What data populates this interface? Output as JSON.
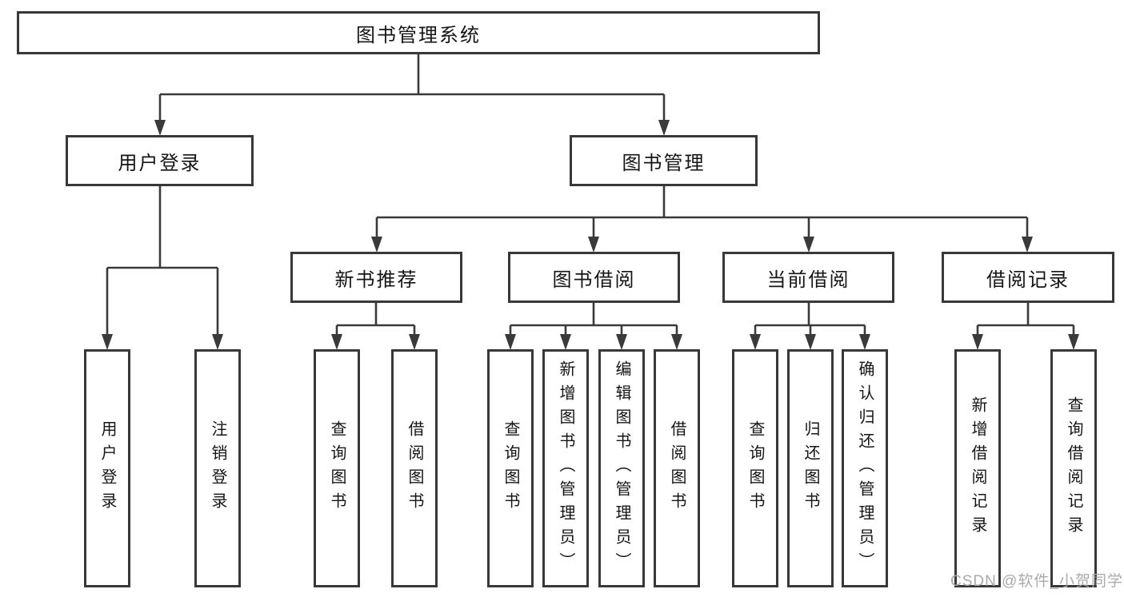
{
  "diagram": {
    "tree": {
      "label": "图书管理系统",
      "children": [
        {
          "label": "用户登录",
          "children": [
            {
              "label": "用户登录"
            },
            {
              "label": "注销登录"
            }
          ]
        },
        {
          "label": "图书管理",
          "children": [
            {
              "label": "新书推荐",
              "children": [
                {
                  "label": "查询图书"
                },
                {
                  "label": "借阅图书"
                }
              ]
            },
            {
              "label": "图书借阅",
              "children": [
                {
                  "label": "查询图书"
                },
                {
                  "label": "新增图书（管理员）"
                },
                {
                  "label": "编辑图书（管理员）"
                },
                {
                  "label": "借阅图书"
                }
              ]
            },
            {
              "label": "当前借阅",
              "children": [
                {
                  "label": "查询图书"
                },
                {
                  "label": "归还图书"
                },
                {
                  "label": "确认归还（管理员）"
                }
              ]
            },
            {
              "label": "借阅记录",
              "children": [
                {
                  "label": "新增借阅记录"
                },
                {
                  "label": "查询借阅记录"
                }
              ]
            }
          ]
        }
      ]
    },
    "colors": {
      "line": "#3a3a3a",
      "box_border": "#383838",
      "box_fill": "#ffffff",
      "text": "#151515",
      "watermark": "#a5a5a5"
    }
  },
  "watermark": {
    "text": "CSDN @软件_小贺同学"
  }
}
